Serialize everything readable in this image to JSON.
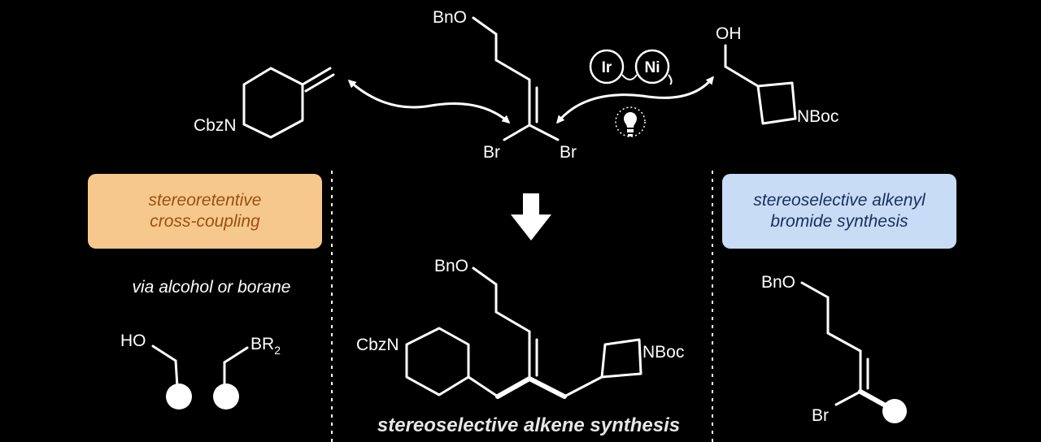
{
  "top": {
    "reagent_left": {
      "name": "CbzN"
    },
    "reagent_center": {
      "top": "BnO",
      "br1": "Br",
      "br2": "Br"
    },
    "reagent_right": {
      "oh": "OH",
      "nboc": "NBoc"
    },
    "catalysts": {
      "ir": "Ir",
      "ni": "Ni"
    }
  },
  "panels": {
    "left": {
      "title": "stereoretentive\ncross-coupling",
      "note": "via alcohol or borane",
      "ho": "HO",
      "br": "BR",
      "br_subscript": "2"
    },
    "center": {
      "cbzn": "CbzN",
      "bno": "BnO",
      "nboc": "NBoc",
      "footer": "stereoselective alkene synthesis"
    },
    "right": {
      "title": "stereoselective alkenyl\nbromide synthesis",
      "bno": "BnO",
      "br": "Br"
    }
  },
  "colors": {
    "background": "#000000",
    "left_box": "#f7c88c",
    "left_text": "#9b4f12",
    "right_box": "#c9dcf5",
    "right_text": "#16305e"
  }
}
